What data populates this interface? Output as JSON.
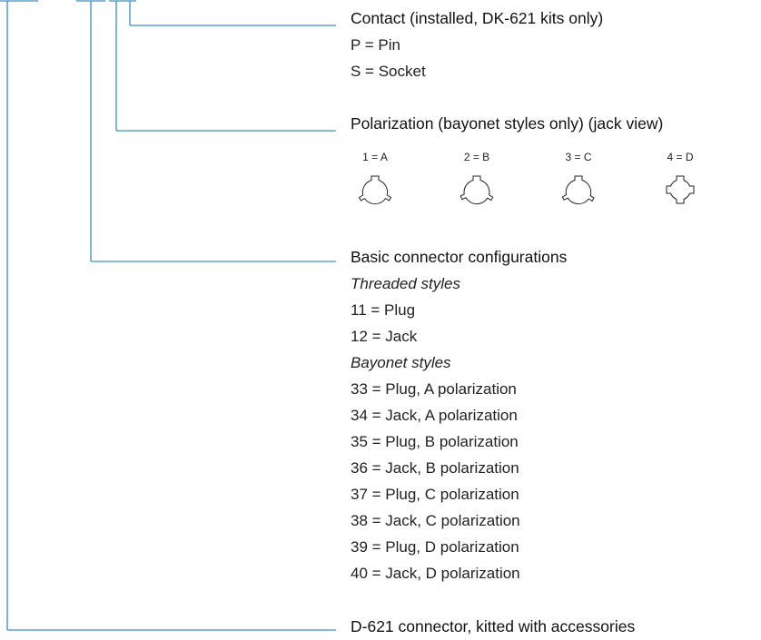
{
  "contact": {
    "heading": "Contact (installed, DK-621 kits only)",
    "items": [
      "P = Pin",
      "S = Socket"
    ]
  },
  "polarization": {
    "heading": "Polarization (bayonet styles only) (jack view)",
    "options": [
      {
        "label": "1 = A",
        "keys": 3
      },
      {
        "label": "2 = B",
        "keys": 3
      },
      {
        "label": "3 = C",
        "keys": 3
      },
      {
        "label": "4 = D",
        "keys": 4
      }
    ]
  },
  "configurations": {
    "heading": "Basic connector configurations",
    "threaded_label": "Threaded styles",
    "threaded": [
      "11 = Plug",
      "12 = Jack"
    ],
    "bayonet_label": "Bayonet styles",
    "bayonet": [
      "33 = Plug, A polarization",
      "34 = Jack, A polarization",
      "35 = Plug, B polarization",
      "36 = Jack, B polarization",
      "37 = Plug, C polarization",
      "38 = Jack, C polarization",
      "39 = Plug, D polarization",
      "40 = Jack, D polarization"
    ]
  },
  "base": {
    "heading": "D-621 connector, kitted with accessories"
  },
  "colors": {
    "leader_line": "#3a8fc8",
    "text": "#222222"
  }
}
